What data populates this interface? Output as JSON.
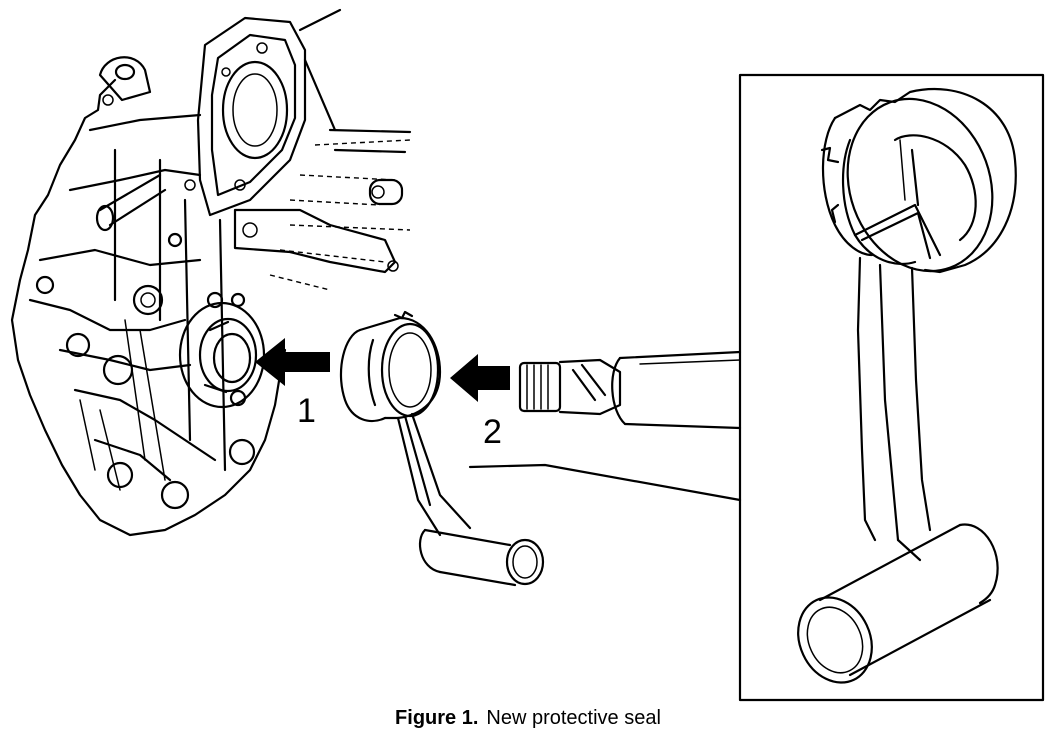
{
  "callouts": {
    "step1": "1",
    "step2": "2"
  },
  "caption": {
    "figure": "Figure 1.",
    "text": "New protective seal"
  },
  "colors": {
    "ink": "#000000",
    "background": "#ffffff"
  }
}
